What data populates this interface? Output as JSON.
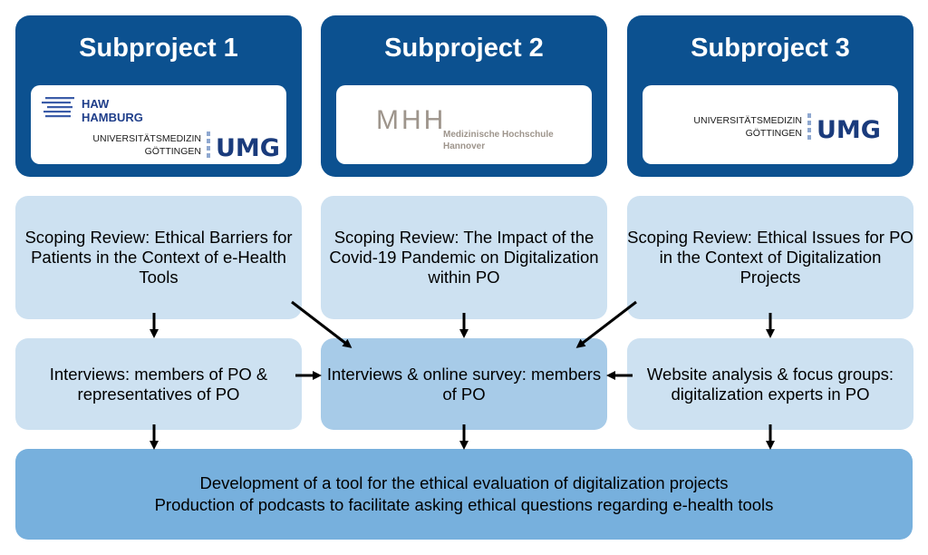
{
  "subprojects": [
    {
      "title": "Subproject 1",
      "logo": {
        "haw_line1": "HAW",
        "haw_line2": "HAMBURG",
        "umg_line1": "UNIVERSITÄTSMEDIZIN",
        "umg_line2": "GÖTTINGEN",
        "umg_mark": "UMG"
      },
      "review": [
        "Scoping Review:",
        "Ethical Barriers for",
        "Patients in the Context of",
        "e-Health Tools"
      ],
      "method": [
        "Interviews: members of PO &",
        "representatives of PO"
      ]
    },
    {
      "title": "Subproject 2",
      "logo": {
        "mhh_mark": "MHH",
        "mhh_line1": "Medizinische Hochschule",
        "mhh_line2": "Hannover"
      },
      "review": [
        "Scoping Review:",
        "The Impact of the Covid-19",
        "Pandemic on Digitalization",
        "within PO"
      ],
      "method": [
        "Interviews & online survey:",
        "members of PO"
      ]
    },
    {
      "title": "Subproject 3",
      "logo": {
        "umg_line1": "UNIVERSITÄTSMEDIZIN",
        "umg_line2": "GÖTTINGEN",
        "umg_mark": "UMG"
      },
      "review": [
        "Scoping Review:",
        "Ethical Issues for PO in",
        "the Context of Digitalization",
        "Projects"
      ],
      "method": [
        "Website analysis & focus groups:",
        "digitalization experts in PO"
      ]
    }
  ],
  "outcome": [
    "Development of a tool for the ethical evaluation of digitalization projects",
    "Production of podcasts to facilitate asking ethical questions regarding e-health tools"
  ],
  "colors": {
    "header": "#0c5190",
    "review": "#cde1f1",
    "center": "#a7cbe8",
    "outcome": "#77b0dd"
  }
}
